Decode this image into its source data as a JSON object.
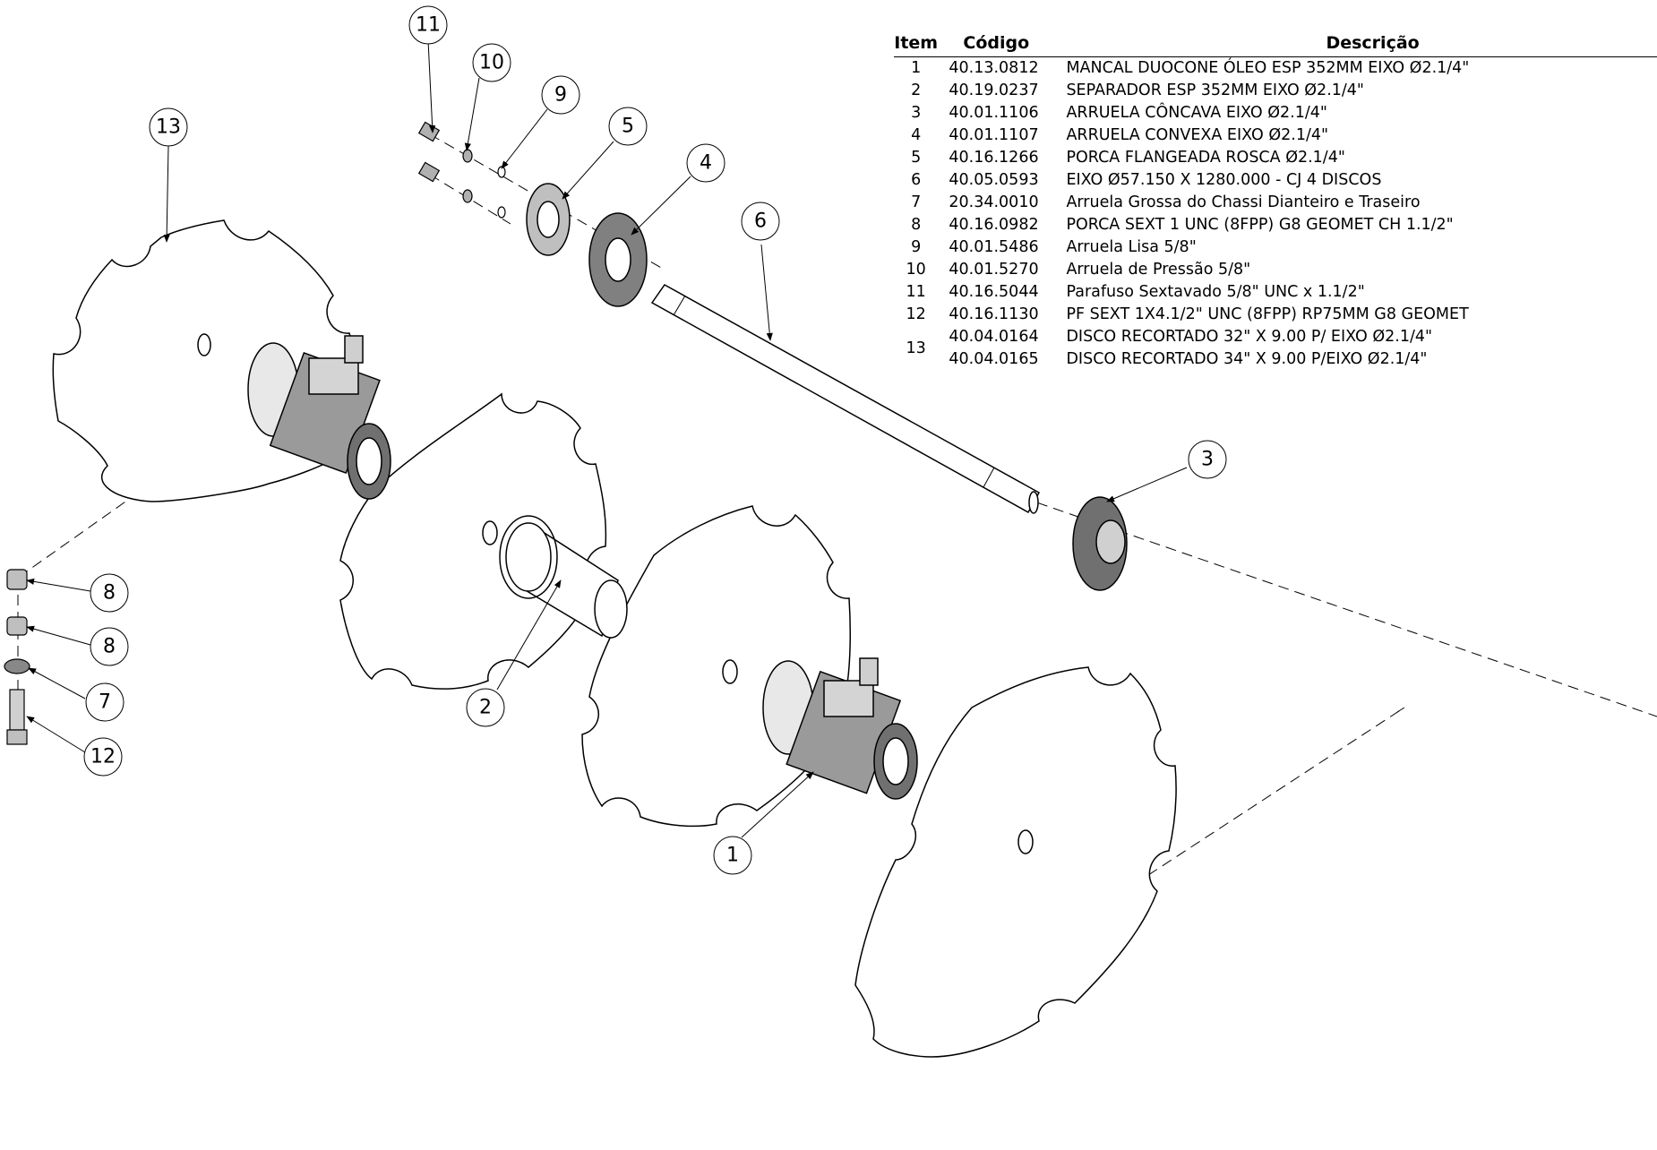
{
  "bom": {
    "headers": {
      "item": "Item",
      "code": "Código",
      "description": "Descrição"
    },
    "rows": [
      {
        "item": "1",
        "code": "40.13.0812",
        "description": "MANCAL DUOCONE ÓLEO ESP 352MM EIXO Ø2.1/4\""
      },
      {
        "item": "2",
        "code": "40.19.0237",
        "description": "SEPARADOR ESP 352MM EIXO Ø2.1/4\""
      },
      {
        "item": "3",
        "code": "40.01.1106",
        "description": "ARRUELA CÔNCAVA EIXO Ø2.1/4\""
      },
      {
        "item": "4",
        "code": "40.01.1107",
        "description": "ARRUELA CONVEXA EIXO Ø2.1/4\""
      },
      {
        "item": "5",
        "code": "40.16.1266",
        "description": "PORCA FLANGEADA ROSCA Ø2.1/4\""
      },
      {
        "item": "6",
        "code": "40.05.0593",
        "description": "EIXO Ø57.150 X 1280.000 - CJ 4 DISCOS"
      },
      {
        "item": "7",
        "code": "20.34.0010",
        "description": "Arruela Grossa do Chassi Dianteiro e Traseiro"
      },
      {
        "item": "8",
        "code": "40.16.0982",
        "description": "PORCA SEXT 1 UNC (8FPP) G8 GEOMET CH 1.1/2\""
      },
      {
        "item": "9",
        "code": "40.01.5486",
        "description": "Arruela Lisa 5/8\""
      },
      {
        "item": "10",
        "code": "40.01.5270",
        "description": "Arruela de Pressão 5/8\""
      },
      {
        "item": "11",
        "code": "40.16.5044",
        "description": "Parafuso Sextavado 5/8\" UNC x 1.1/2\""
      },
      {
        "item": "12",
        "code": "40.16.1130",
        "description": "PF SEXT 1X4.1/2\" UNC (8FPP) RP75MM G8 GEOMET"
      },
      {
        "item": "13",
        "code": "40.04.0164",
        "description": "DISCO RECORTADO 32\" X 9.00 P/ EIXO Ø2.1/4\""
      },
      {
        "item": "",
        "code": "40.04.0165",
        "description": "DISCO RECORTADO 34\" X 9.00 P/EIXO Ø2.1/4\""
      }
    ]
  },
  "callouts": {
    "c1": "1",
    "c2": "2",
    "c3": "3",
    "c4": "4",
    "c5": "5",
    "c6": "6",
    "c7": "7",
    "c8a": "8",
    "c8b": "8",
    "c9": "9",
    "c10": "10",
    "c11": "11",
    "c12": "12",
    "c13": "13"
  }
}
